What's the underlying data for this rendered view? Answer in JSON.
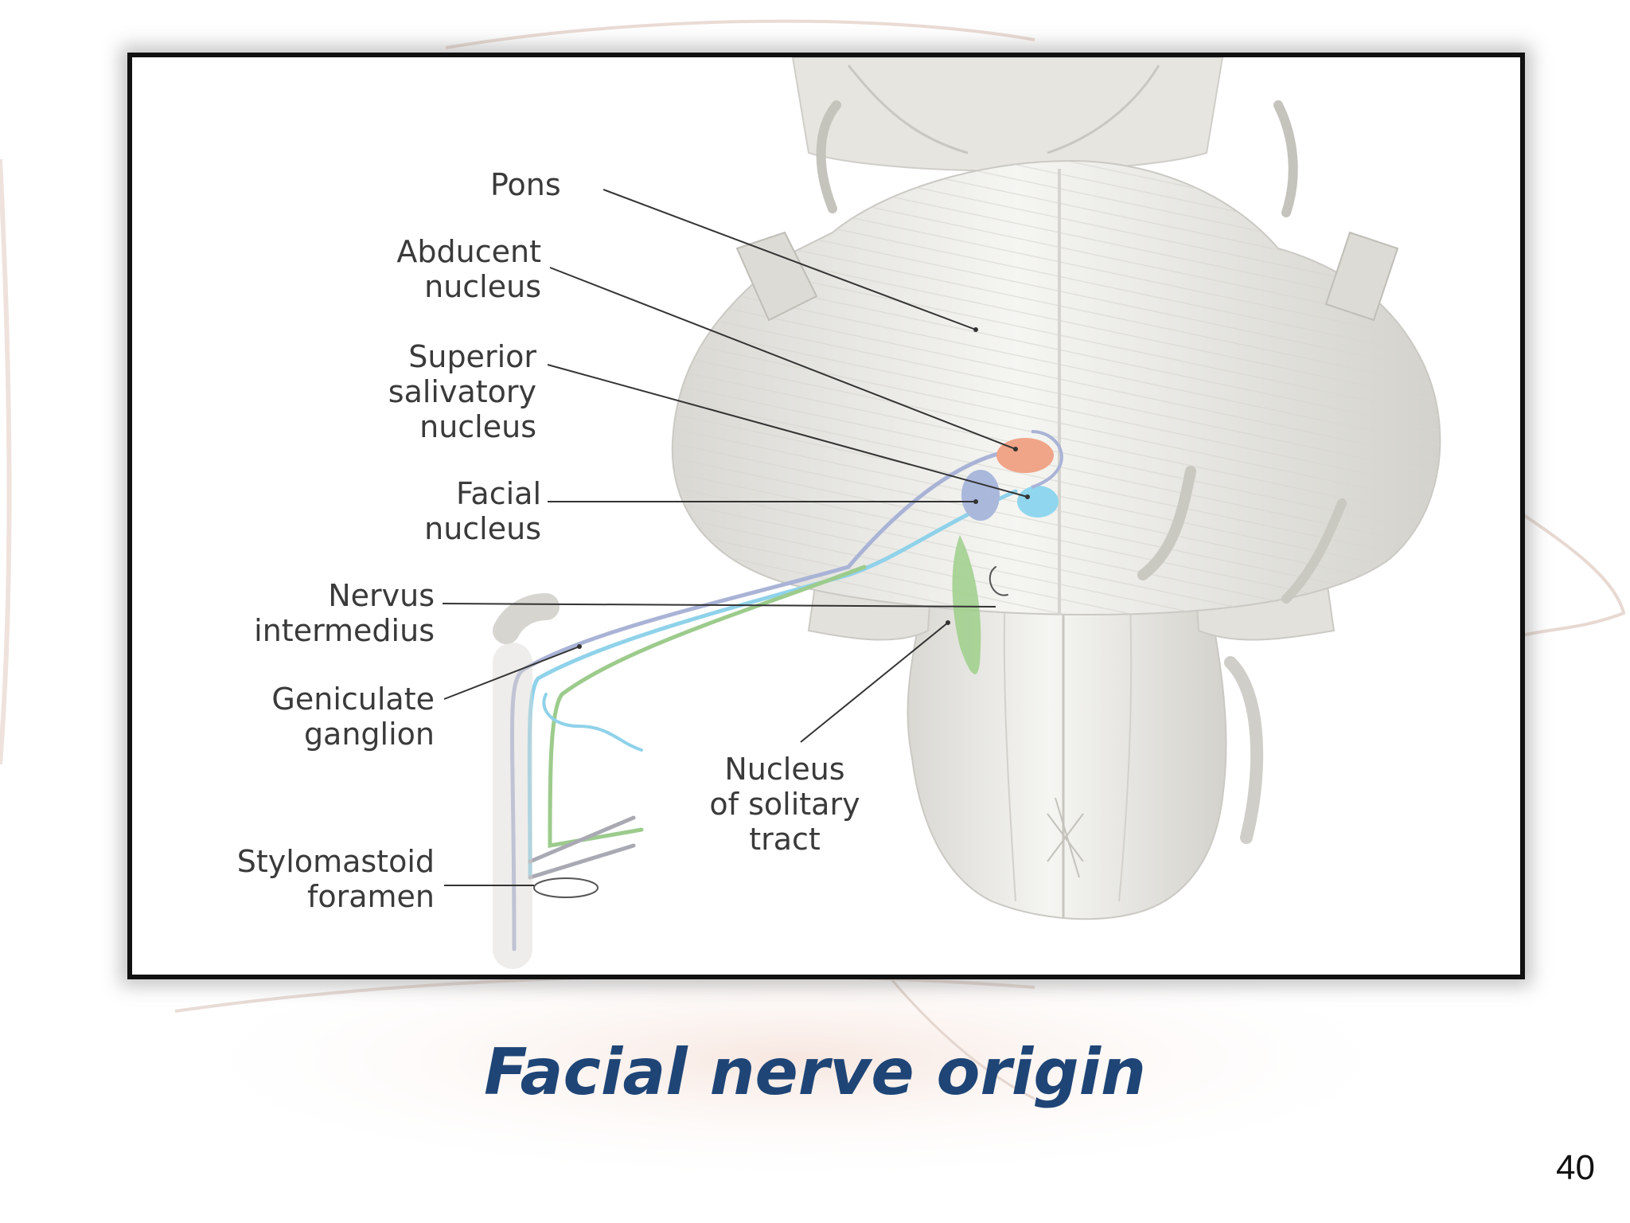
{
  "slide": {
    "caption": "Facial nerve origin",
    "page_number": "40"
  },
  "diagram": {
    "labels": {
      "pons": "Pons",
      "abducent_1": "Abducent",
      "abducent_2": "nucleus",
      "superior_1": "Superior",
      "superior_2": "salivatory",
      "superior_3": "nucleus",
      "facial_1": "Facial",
      "facial_2": "nucleus",
      "nervus_1": "Nervus",
      "nervus_2": "intermedius",
      "geniculate_1": "Geniculate",
      "geniculate_2": "ganglion",
      "stylo_1": "Stylomastoid",
      "stylo_2": "foramen",
      "solitary_1": "Nucleus",
      "solitary_2": "of solitary",
      "solitary_3": "tract"
    },
    "colors": {
      "abducent_nucleus": "#f0a488",
      "superior_salivatory_nucleus": "#8fd6ee",
      "facial_nucleus": "#aab8dc",
      "solitary_tract": "#9dcf8a",
      "nerve_sensory": "#9ccb8c",
      "nerve_parasympathetic": "#8fd2ea",
      "nerve_motor": "#a9b3d6"
    }
  }
}
